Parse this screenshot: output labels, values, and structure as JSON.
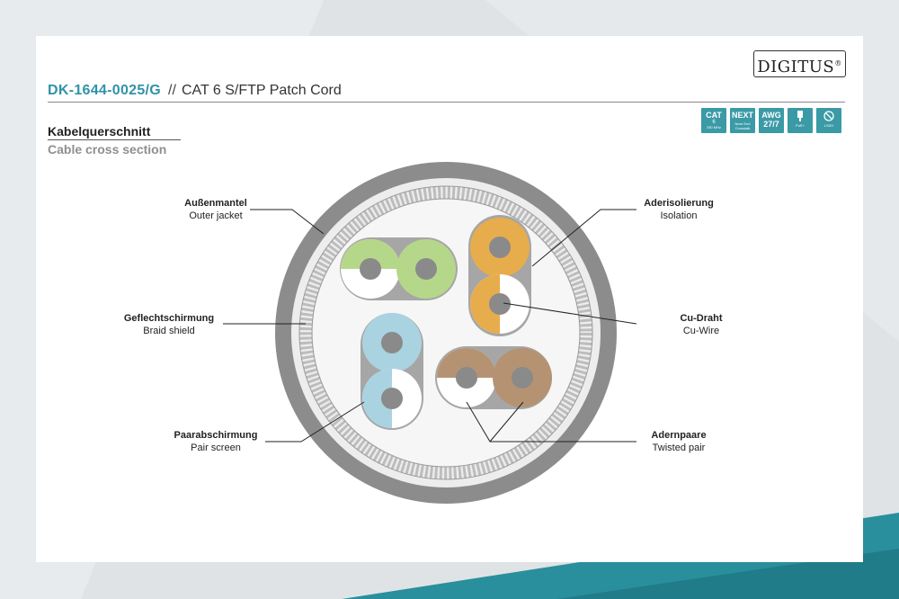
{
  "header": {
    "code": "DK-1644-0025/G",
    "separator": "//",
    "product": "CAT 6 S/FTP Patch Cord"
  },
  "brand": {
    "logo_text": "DIGITUS",
    "registered_mark": "®"
  },
  "section": {
    "title_de": "Kabelquerschnitt",
    "title_en": "Cable cross section"
  },
  "badges": [
    {
      "main": "CAT",
      "sub": "6",
      "tiny": "250 MHz"
    },
    {
      "main": "NEXT",
      "sub": "",
      "tiny": "Near End Crosstalk"
    },
    {
      "main": "AWG",
      "sub": "27/7",
      "tiny": ""
    },
    {
      "main": "",
      "sub": "",
      "tiny": "PoE+"
    },
    {
      "main": "",
      "sub": "",
      "tiny": "LSZH"
    }
  ],
  "labels": {
    "outer_jacket": {
      "de": "Außenmantel",
      "en": "Outer jacket"
    },
    "braid_shield": {
      "de": "Geflechtschirmung",
      "en": "Braid shield"
    },
    "pair_screen": {
      "de": "Paarabschirmung",
      "en": "Pair screen"
    },
    "isolation": {
      "de": "Aderisolierung",
      "en": "Isolation"
    },
    "cu_wire": {
      "de": "Cu-Draht",
      "en": "Cu-Wire"
    },
    "twisted_pair": {
      "de": "Adernpaare",
      "en": "Twisted pair"
    }
  },
  "colors": {
    "accent": "#2f93a8",
    "teal_band": "#2a8f9c",
    "jacket": "#8c8c8c",
    "green": "#b5d78a",
    "orange": "#e7ad4c",
    "blue": "#a9d3e1",
    "brown": "#b59372"
  }
}
